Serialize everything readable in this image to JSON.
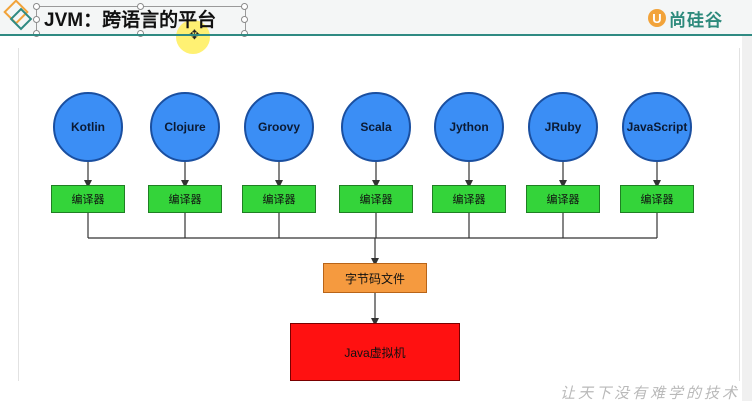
{
  "header": {
    "title": "JVM：跨语言的平台",
    "brand": {
      "mark": "U",
      "text": "尚硅谷"
    }
  },
  "diagram": {
    "languages": [
      "Kotlin",
      "Clojure",
      "Groovy",
      "Scala",
      "Jython",
      "JRuby",
      "JavaScript"
    ],
    "compiler_label": "编译器",
    "bytecode_label": "字节码文件",
    "jvm_label": "Java虚拟机"
  },
  "watermark": "让天下没有难学的技术",
  "colors": {
    "language_fill": "#3b8ef5",
    "compiler_fill": "#34d43a",
    "bytecode_fill": "#f59a3f",
    "jvm_fill": "#ff1111",
    "accent": "#2f8a82"
  }
}
